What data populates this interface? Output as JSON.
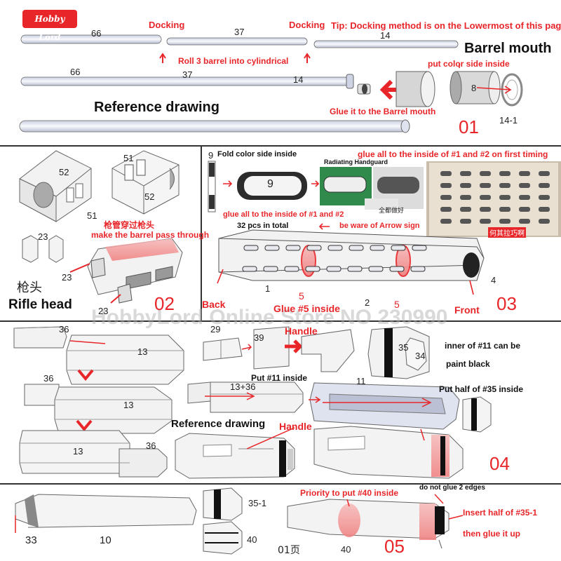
{
  "brand": {
    "logo_text": "Hobby Lord"
  },
  "watermark": "HobbyLord Online Store NO 230990",
  "step01": {
    "label": "01",
    "docking_1": "Docking",
    "docking_2": "Docking",
    "tip": "Tip: Docking method is on the Lowermost of this page",
    "n66a": "66",
    "n37a": "37",
    "n14a": "14",
    "roll_text": "Roll 3 barrel into cylindrical",
    "barrel_mouth": "Barrel mouth",
    "put_color": "put color side inside",
    "n66b": "66",
    "n37b": "37",
    "n14b": "14",
    "n8": "8",
    "n14_1": "14-1",
    "reference": "Reference drawing",
    "glue_mouth": "Glue it to the Barrel mouth"
  },
  "step02": {
    "label": "02",
    "n52a": "52",
    "n51a": "51",
    "n51b": "51",
    "n52b": "52",
    "n23a": "23",
    "n23b": "23",
    "n23c": "23",
    "chinese_1": "枪管穿过枪头",
    "make_barrel": "make the barrel pass through",
    "chinese_2": "枪头",
    "rifle_head": "Rifle head"
  },
  "step03": {
    "label": "03",
    "n9a": "9",
    "n9b": "9",
    "fold_color": "Fold color side inside",
    "glue_all_top": "glue all to the inside of #1 and #2 on first timing",
    "radiating": "Radiating Handguard",
    "photo_label_1": "全都做好",
    "photo_label_2": "何其拉巧啊",
    "glue_all_mid": "glue all to the inside of #1 and #2",
    "pcs": "32 pcs in total",
    "beware": "be ware of Arrow sign",
    "n1": "1",
    "n2": "2",
    "n5a": "5",
    "n5b": "5",
    "n4": "4",
    "back": "Back",
    "glue5": "Glue #5 inside",
    "front": "Front"
  },
  "step04": {
    "label": "04",
    "n36a": "36",
    "n13a": "13",
    "n36b": "36",
    "n13b": "13",
    "n13c": "13",
    "n36c": "36",
    "n29": "29",
    "n39": "39",
    "handle_1": "Handle",
    "n35": "35",
    "n34": "34",
    "inner_11": "inner of #11 can be",
    "paint_black": "paint black",
    "put11": "Put #11 inside",
    "n13_36": "13+36",
    "n11": "11",
    "put_half_35": "Put half of #35 inside",
    "reference": "Reference drawing",
    "handle_2": "Handle"
  },
  "step05": {
    "label": "05",
    "n33": "33",
    "n10": "10",
    "n35_1": "35-1",
    "n40a": "40",
    "priority": "Priority to put #40 inside",
    "no_glue": "do not glue 2 edges",
    "insert_half": "Insert half of #35-1",
    "then_glue": "then glue it up",
    "page": "01页",
    "n40b": "40"
  },
  "colors": {
    "accent_red": "#e8262a",
    "part_gray": "#f2f2f2",
    "outline": "#555555",
    "tube_blue": "#dfe4f2"
  }
}
